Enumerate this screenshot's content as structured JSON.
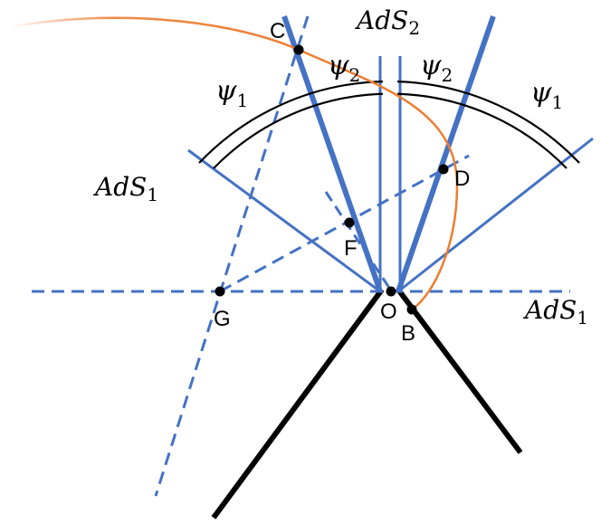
{
  "colors": {
    "blue": "#4472c4",
    "orange": "#ed7d31",
    "black": "#000000",
    "white": "#ffffff"
  },
  "labels": {
    "ads2_top": "AdS",
    "ads2_top_sub": "2",
    "ads1_left": "AdS",
    "ads1_left_sub": "1",
    "ads1_right": "AdS",
    "ads1_right_sub": "1",
    "psi1_left": "ψ",
    "psi1_left_sub": "1",
    "psi2_left": "ψ",
    "psi2_left_sub": "2",
    "psi2_right": "ψ",
    "psi2_right_sub": "2",
    "psi1_right": "ψ",
    "psi1_right_sub": "1"
  },
  "points": {
    "C": "C",
    "D": "D",
    "F": "F",
    "G": "G",
    "O": "O",
    "B": "B"
  }
}
